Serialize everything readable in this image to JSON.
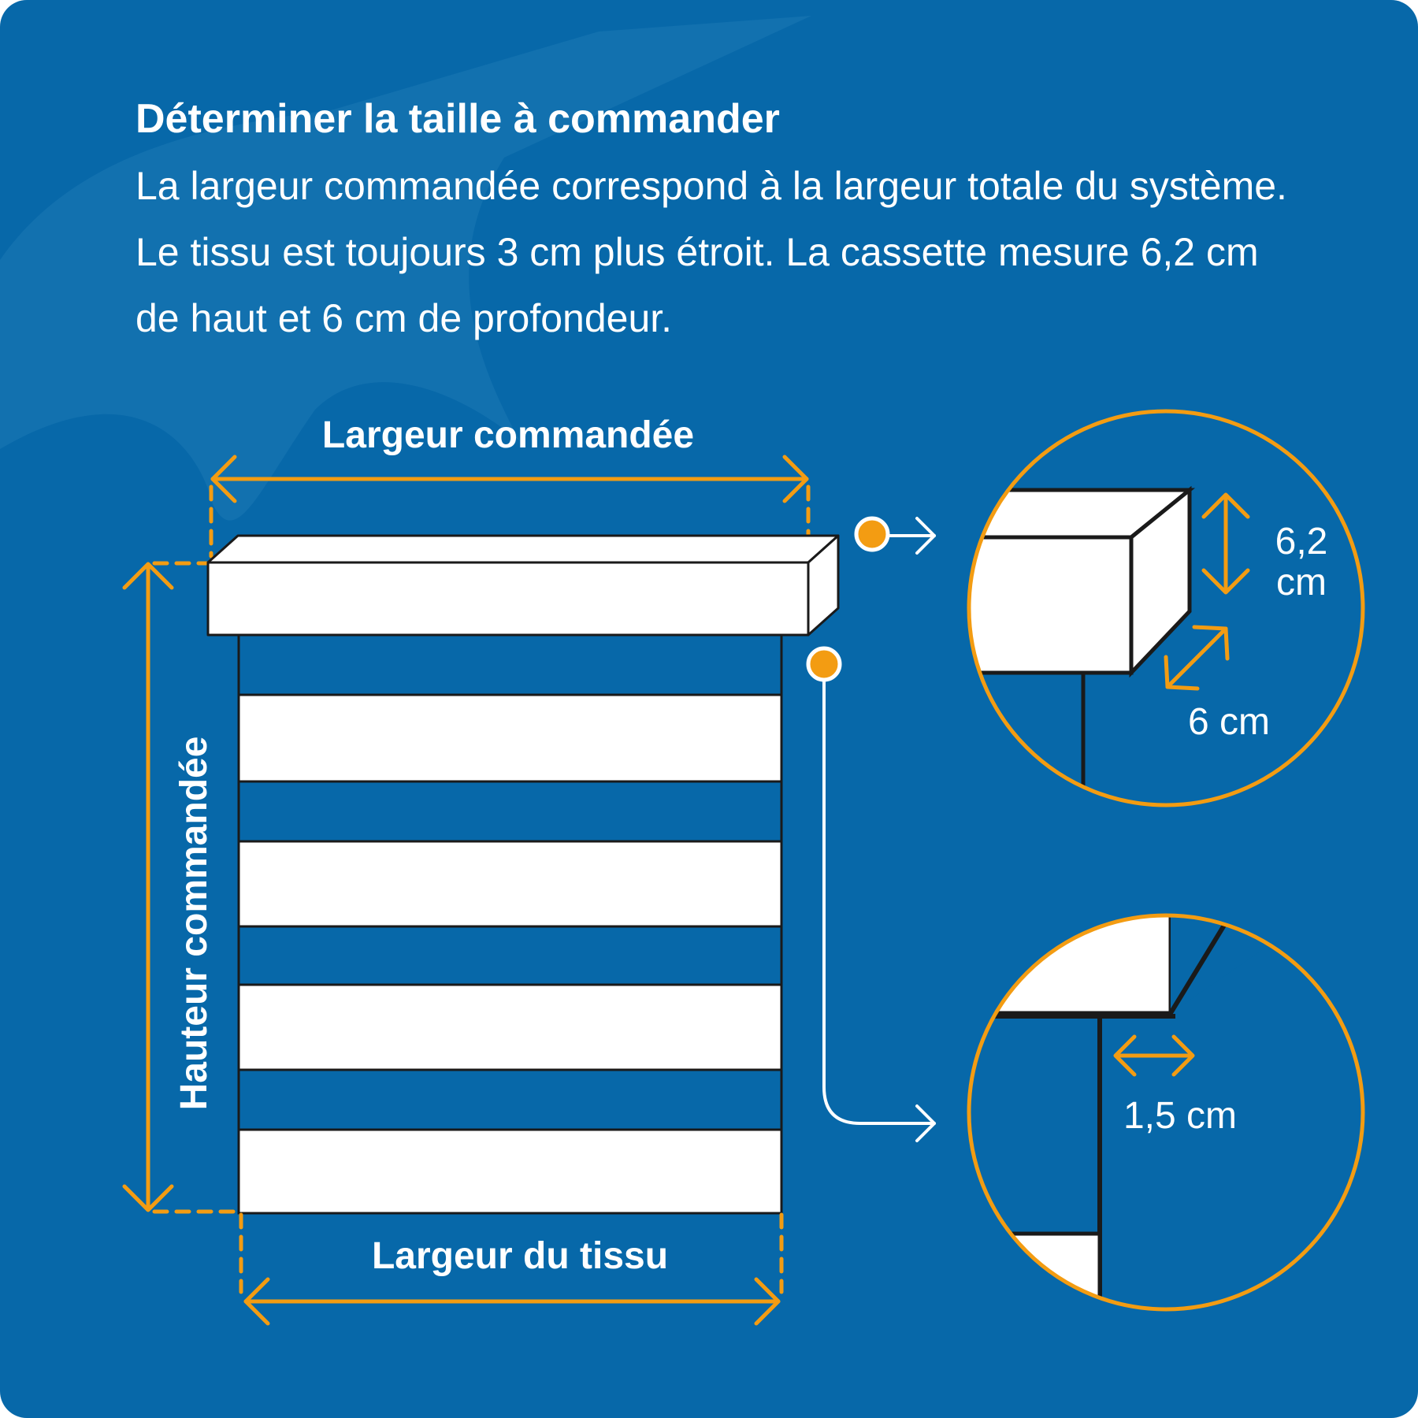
{
  "colors": {
    "background": "#0768a9",
    "accent_orange": "#f39c12",
    "white": "#ffffff",
    "outline": "#1a1a1a"
  },
  "heading": {
    "title": "Déterminer la taille à commander",
    "body": "La largeur commandée correspond à la largeur totale du système. Le tissu est toujours 3 cm plus étroit. La cassette mesure 6,2 cm de haut et 6 cm de profondeur."
  },
  "diagram": {
    "label_ordered_width": "Largeur commandée",
    "label_ordered_height": "Hauteur commandée",
    "label_fabric_width": "Largeur du tissu"
  },
  "detail_top": {
    "height_label_line1": "6,2",
    "height_label_line2": "cm",
    "depth_label": "6 cm"
  },
  "detail_bottom": {
    "gap_label": "1,5 cm"
  }
}
